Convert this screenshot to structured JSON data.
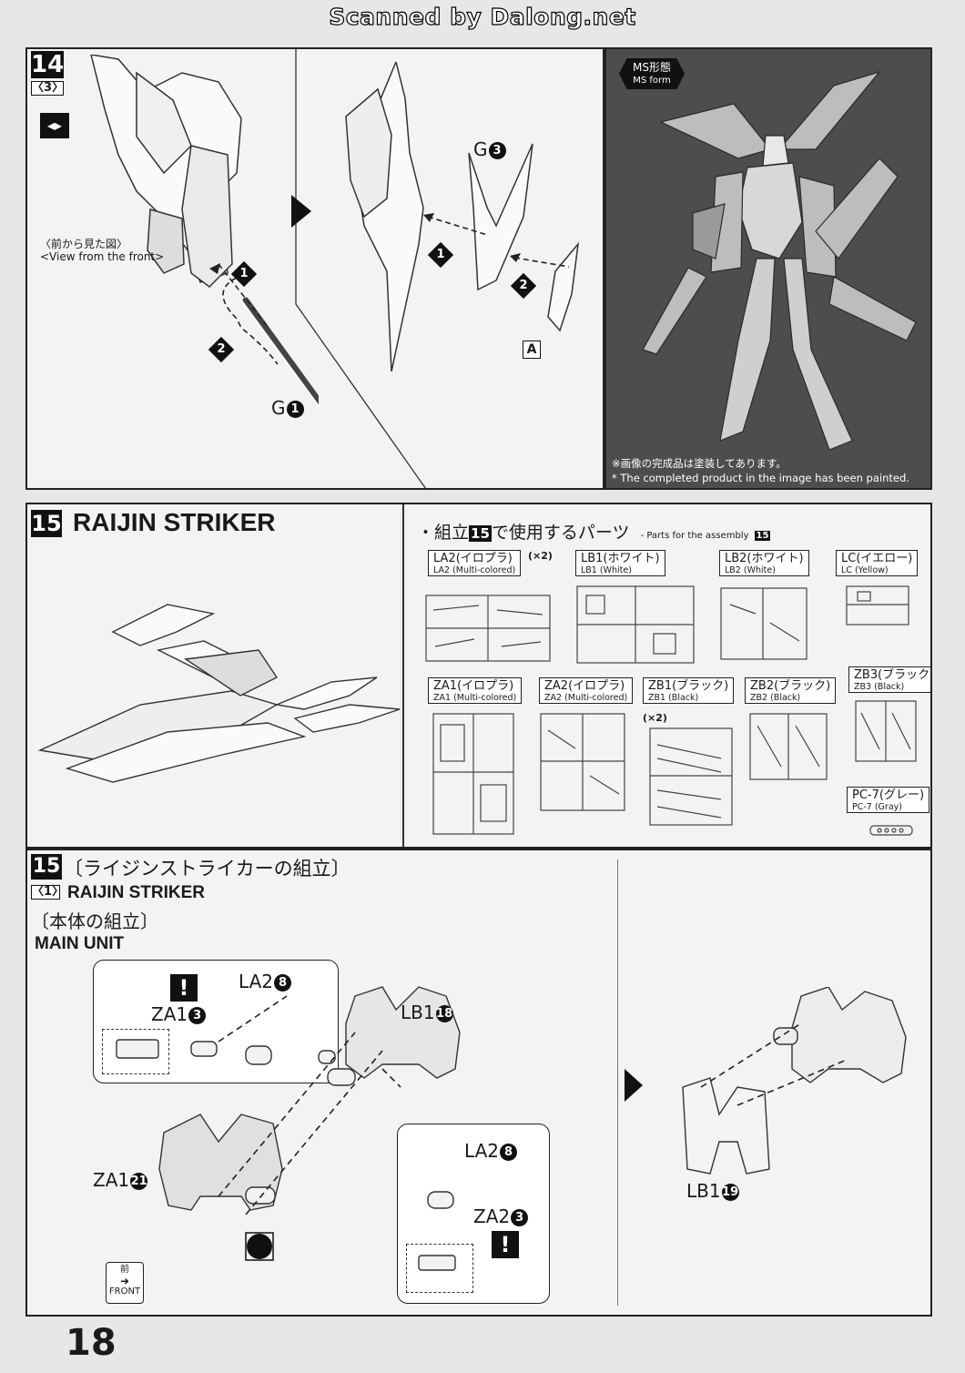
{
  "watermark": "Scanned by Dalong.net",
  "page_number": "18",
  "step14": {
    "number": "14",
    "sub": "3",
    "front_view_jp": "〈前から見た図〉",
    "front_view_en": "<View from the front>",
    "part_g1": "G",
    "part_g1_num": "1",
    "part_g3": "G",
    "part_g3_num": "3",
    "part_a": "A",
    "step_1": "1",
    "step_2": "2",
    "ms_form_jp": "MS形態",
    "ms_form_en": "MS form",
    "painted_jp": "※画像の完成品は塗装してあります。",
    "painted_en": "* The completed product in the image has been painted."
  },
  "step15": {
    "number": "15",
    "title": "RAIJIN STRIKER",
    "parts_heading_jp_a": "・組立",
    "parts_heading_num": "15",
    "parts_heading_jp_b": "で使用するパーツ",
    "parts_heading_en": "- Parts for the assembly",
    "runners": [
      {
        "jp": "LA2(イロプラ)",
        "en": "LA2 (Multi-colored)",
        "qty": "(×2)"
      },
      {
        "jp": "LB1(ホワイト)",
        "en": "LB1 (White)",
        "qty": ""
      },
      {
        "jp": "LB2(ホワイト)",
        "en": "LB2 (White)",
        "qty": ""
      },
      {
        "jp": "LC(イエロー)",
        "en": "LC (Yellow)",
        "qty": ""
      },
      {
        "jp": "ZA1(イロプラ)",
        "en": "ZA1 (Multi-colored)",
        "qty": ""
      },
      {
        "jp": "ZA2(イロプラ)",
        "en": "ZA2 (Multi-colored)",
        "qty": ""
      },
      {
        "jp": "ZB1(ブラック)",
        "en": "ZB1 (Black)",
        "qty": "(×2)"
      },
      {
        "jp": "ZB2(ブラック)",
        "en": "ZB2 (Black)",
        "qty": ""
      },
      {
        "jp": "ZB3(ブラック)",
        "en": "ZB3 (Black)",
        "qty": ""
      },
      {
        "jp": "PC-7(グレー)",
        "en": "PC-7 (Gray)",
        "qty": ""
      }
    ]
  },
  "step15_1": {
    "number": "15",
    "title_jp": "〔ライジンストライカーの組立〕",
    "sub": "1",
    "sub_title": "RAIJIN STRIKER",
    "unit_jp": "〔本体の組立〕",
    "unit_en": "MAIN UNIT",
    "caution": "!",
    "parts": {
      "za1_3": {
        "name": "ZA1",
        "num": "3"
      },
      "la2_8a": {
        "name": "LA2",
        "num": "8"
      },
      "lb1_18": {
        "name": "LB1",
        "num": "18"
      },
      "za1_21": {
        "name": "ZA1",
        "num": "21"
      },
      "la2_8b": {
        "name": "LA2",
        "num": "8"
      },
      "za2_3": {
        "name": "ZA2",
        "num": "3"
      },
      "lb1_19": {
        "name": "LB1",
        "num": "19"
      }
    },
    "front_jp": "前",
    "front_en": "FRONT"
  }
}
